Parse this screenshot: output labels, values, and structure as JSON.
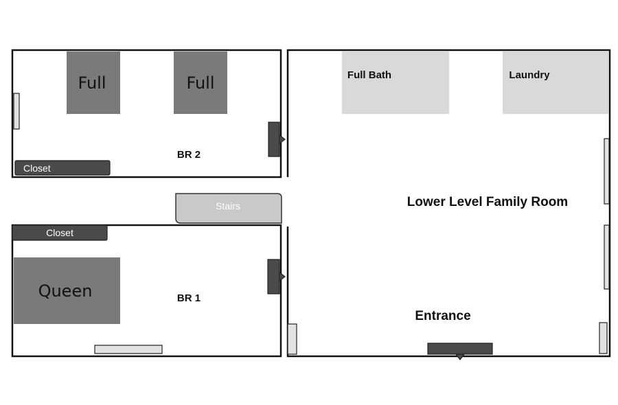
{
  "rooms": {
    "br2": {
      "label": "BR 2",
      "bed_left": "Full",
      "bed_right": "Full",
      "closet": "Closet"
    },
    "br1": {
      "label": "BR 1",
      "bed": "Queen",
      "closet": "Closet"
    },
    "stairs": "Stairs",
    "family_room": {
      "label": "Lower Level Family Room",
      "bath": "Full Bath",
      "laundry": "Laundry",
      "entrance": "Entrance"
    }
  },
  "colors": {
    "wall": "#111111",
    "bed": "#7a7a7a",
    "fixture": "#d9d9d9",
    "door": "#4a4a4a"
  }
}
